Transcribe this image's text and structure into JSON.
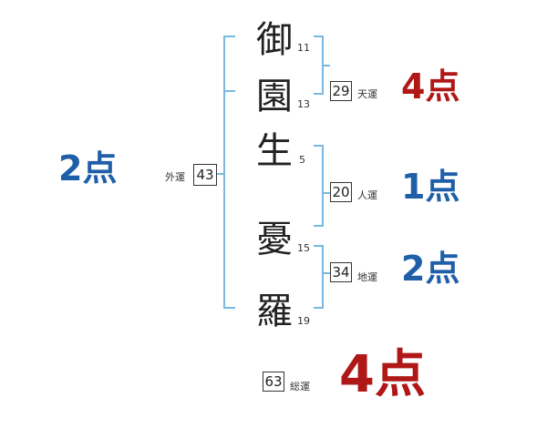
{
  "name_chars": [
    {
      "char": "御",
      "strokes": "11"
    },
    {
      "char": "園",
      "strokes": "13"
    },
    {
      "char": "生",
      "strokes": "5"
    },
    {
      "char": "憂",
      "strokes": "15"
    },
    {
      "char": "羅",
      "strokes": "19"
    }
  ],
  "fortunes": {
    "gaiun": {
      "label": "外運",
      "value": "43",
      "score_num": "2",
      "score_unit": "点",
      "color": "#1f5fa8"
    },
    "tenun": {
      "label": "天運",
      "value": "29",
      "score_num": "4",
      "score_unit": "点",
      "color": "#b01818"
    },
    "jinun": {
      "label": "人運",
      "value": "20",
      "score_num": "1",
      "score_unit": "点",
      "color": "#1f5fa8"
    },
    "chiun": {
      "label": "地運",
      "value": "34",
      "score_num": "2",
      "score_unit": "点",
      "color": "#1f5fa8"
    },
    "souun": {
      "label": "総運",
      "value": "63",
      "score_num": "4",
      "score_unit": "点",
      "color": "#b01818"
    }
  },
  "colors": {
    "bracket": "#7ab8df"
  }
}
